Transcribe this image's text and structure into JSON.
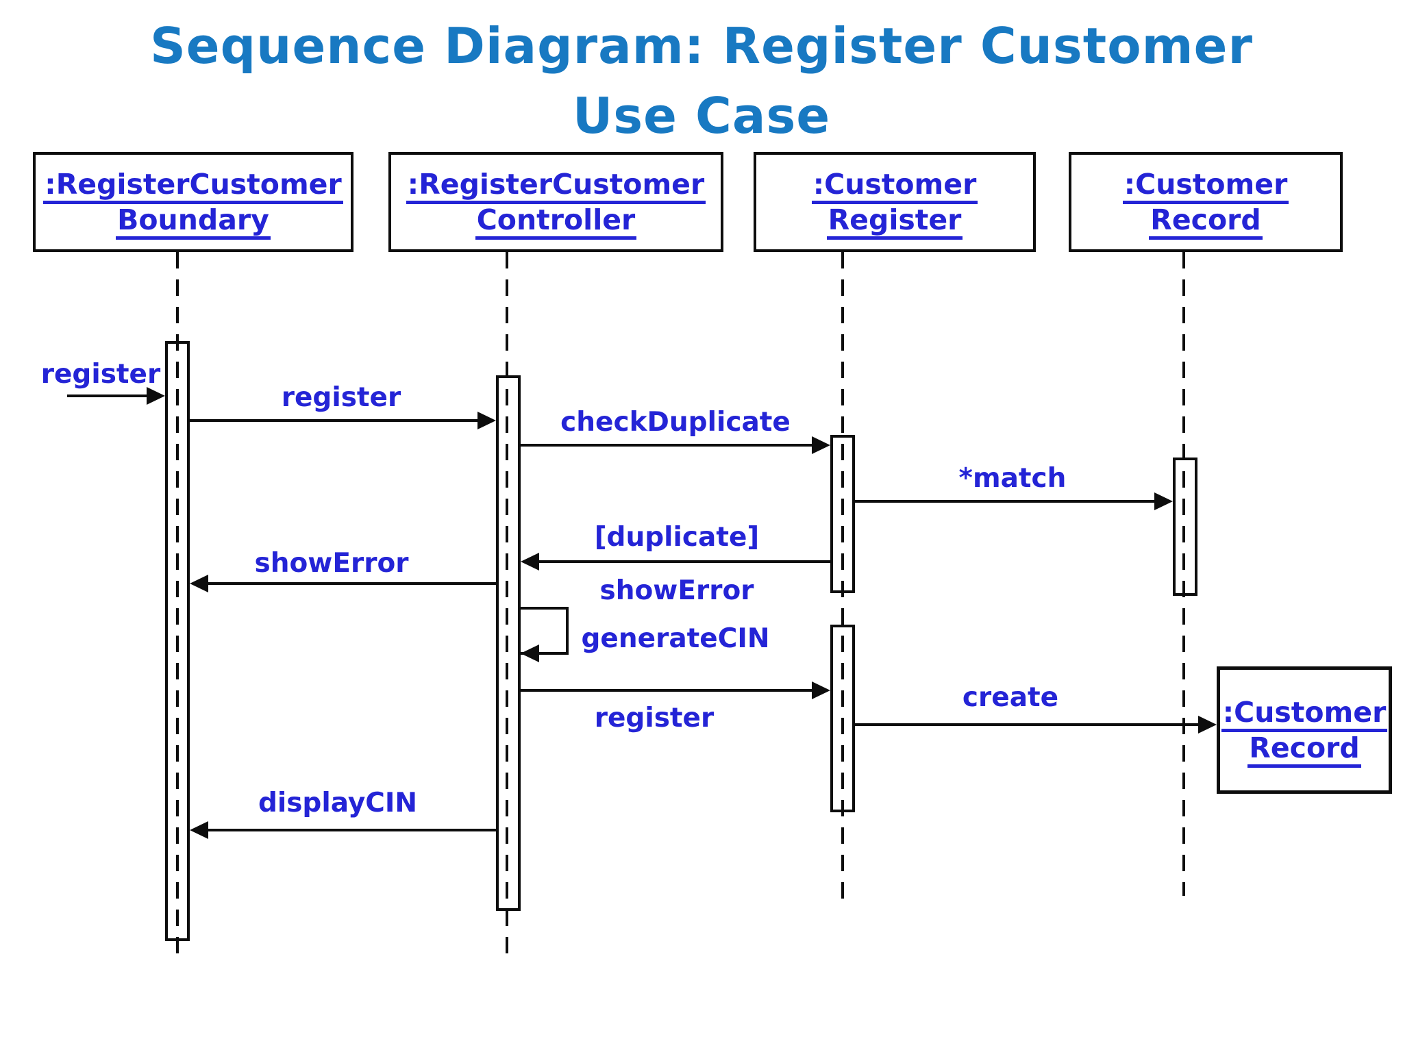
{
  "title": {
    "line1": "Sequence Diagram: Register Customer",
    "line2": "Use Case"
  },
  "colors": {
    "title_blue": "#1879c2",
    "label_blue": "#2424d6",
    "line_black": "#0d0d0d",
    "background": "#ffffff"
  },
  "lifelines": [
    {
      "id": "boundary",
      "line1": ":RegisterCustomer",
      "line2": "Boundary"
    },
    {
      "id": "controller",
      "line1": ":RegisterCustomer",
      "line2": "Controller"
    },
    {
      "id": "register",
      "line1": ":Customer",
      "line2": "Register"
    },
    {
      "id": "record",
      "line1": ":Customer",
      "line2": "Record"
    }
  ],
  "created_object": {
    "line1": ":Customer",
    "line2": "Record"
  },
  "messages": [
    {
      "label": "register",
      "from": "actor",
      "to": "boundary",
      "direction": "right"
    },
    {
      "label": "register",
      "from": "boundary",
      "to": "controller",
      "direction": "right"
    },
    {
      "label": "checkDuplicate",
      "from": "controller",
      "to": "register",
      "direction": "right"
    },
    {
      "label": "*match",
      "from": "register",
      "to": "record",
      "direction": "right"
    },
    {
      "label": "[duplicate]",
      "from": "register",
      "to": "controller",
      "direction": "left"
    },
    {
      "label": "showError",
      "from": "controller",
      "to": "boundary",
      "direction": "left"
    },
    {
      "label": "showError",
      "from": "controller",
      "to": "controller",
      "direction": "self"
    },
    {
      "label": "generateCIN",
      "from": "controller",
      "to": "controller",
      "direction": "self"
    },
    {
      "label": "register",
      "from": "controller",
      "to": "register",
      "direction": "right"
    },
    {
      "label": "create",
      "from": "register",
      "to": "created_record",
      "direction": "right"
    },
    {
      "label": "displayCIN",
      "from": "controller",
      "to": "boundary",
      "direction": "left"
    }
  ]
}
